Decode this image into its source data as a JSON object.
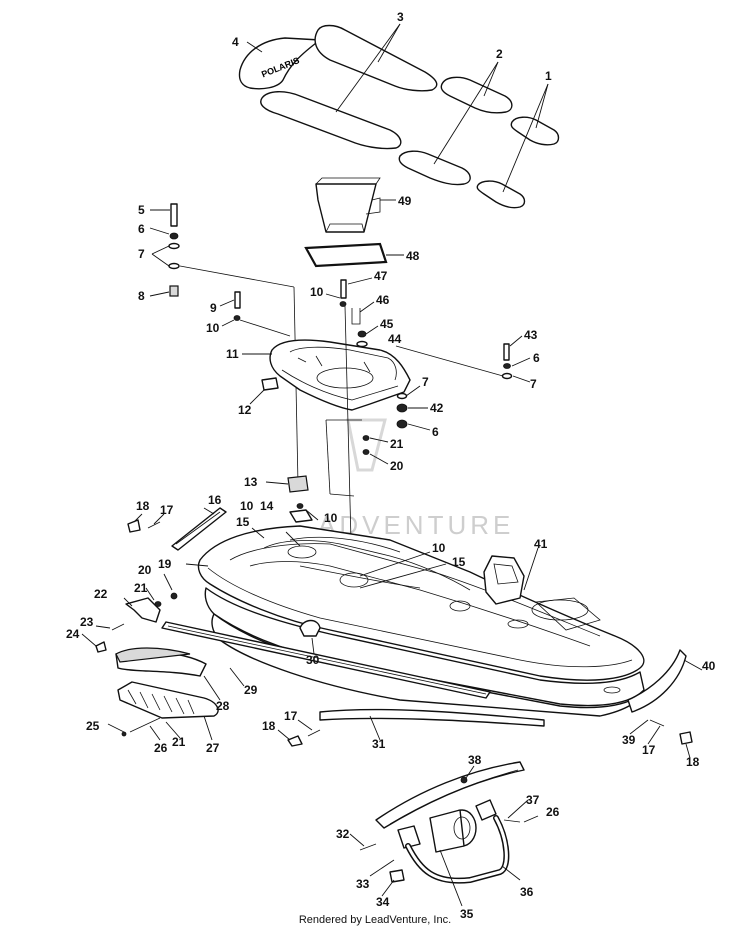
{
  "footer": "Rendered by LeadVenture, Inc.",
  "watermark": "ADVENTURE",
  "mat_logo": "POLARIS",
  "callouts": {
    "c1": "1",
    "c2": "2",
    "c3": "3",
    "c4": "4",
    "c5": "5",
    "c6a": "6",
    "c7a": "7",
    "c8": "8",
    "c9": "9",
    "c10a": "10",
    "c11": "11",
    "c12": "12",
    "c10b": "10",
    "c47": "47",
    "c46": "46",
    "c45": "45",
    "c44": "44",
    "c43": "43",
    "c6b": "6",
    "c7b": "7",
    "c7c": "7",
    "c42": "42",
    "c6c": "6",
    "c21a": "21",
    "c20a": "20",
    "c49": "49",
    "c48": "48",
    "c13": "13",
    "c18a": "18",
    "c17a": "17",
    "c16": "16",
    "c10c": "10",
    "c14": "14",
    "c10d": "10",
    "c15a": "15",
    "c19": "19",
    "c10e": "10",
    "c15b": "15",
    "c41": "41",
    "c20b": "20",
    "c21b": "21",
    "c22": "22",
    "c23": "23",
    "c24": "24",
    "c30": "30",
    "c29": "29",
    "c28": "28",
    "c25": "25",
    "c26a": "26",
    "c21c": "21",
    "c27": "27",
    "c18b": "18",
    "c17b": "17",
    "c31": "31",
    "c40": "40",
    "c39": "39",
    "c17c": "17",
    "c18c": "18",
    "c38": "38",
    "c37": "37",
    "c26b": "26",
    "c32": "32",
    "c33": "33",
    "c34": "34",
    "c35": "35",
    "c36": "36"
  }
}
